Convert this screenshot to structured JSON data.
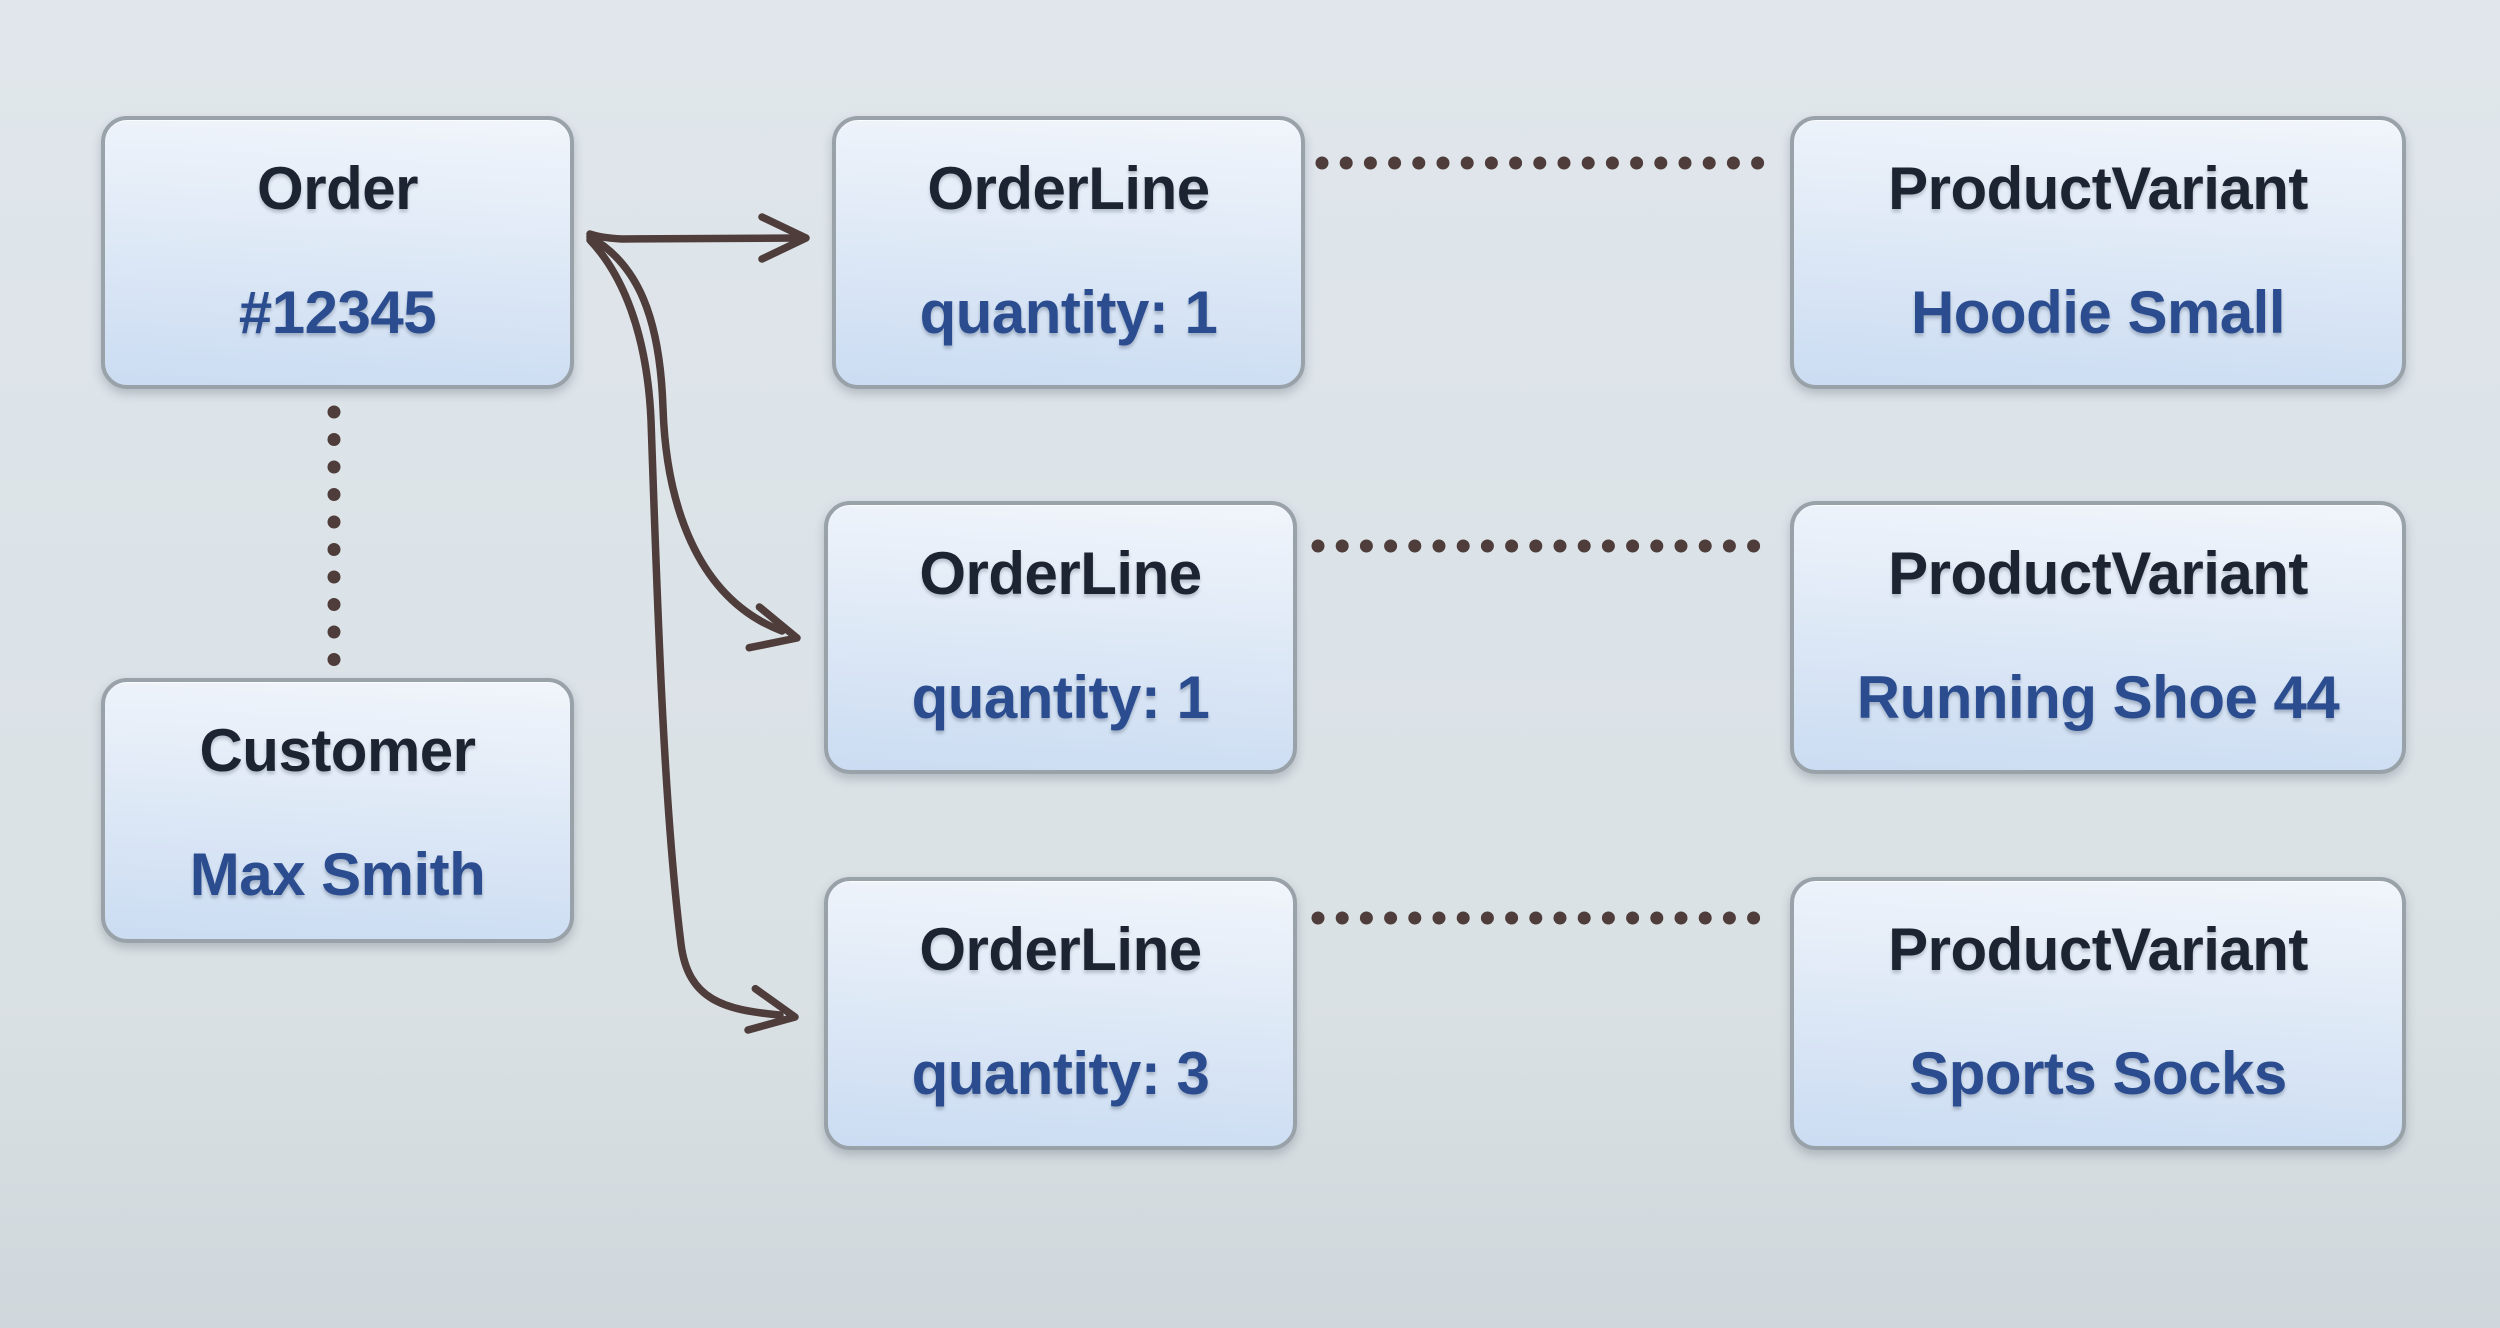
{
  "diagram": {
    "nodes": {
      "order": {
        "type": "Order",
        "label": "#12345"
      },
      "customer": {
        "type": "Customer",
        "label": "Max Smith"
      },
      "order_lines": [
        {
          "type": "OrderLine",
          "label": "quantity: 1"
        },
        {
          "type": "OrderLine",
          "label": "quantity: 1"
        },
        {
          "type": "OrderLine",
          "label": "quantity: 3"
        }
      ],
      "product_variants": [
        {
          "type": "ProductVariant",
          "label": "Hoodie Small"
        },
        {
          "type": "ProductVariant",
          "label": "Running Shoe 44"
        },
        {
          "type": "ProductVariant",
          "label": "Sports Socks"
        }
      ]
    },
    "colors": {
      "page_bg_top": "#e0e6eb",
      "page_bg_mid": "#dce3e8",
      "page_bg_bottom": "#cfd7dc",
      "node_fill_top": "#f1f5fb",
      "node_fill_mid": "#dde8f6",
      "node_fill_bottom": "#cbdcf2",
      "node_border": "#98a2a8",
      "type_text": "#1c2431",
      "label_text": "#2b4d8f",
      "connector": "#4e3d3a"
    }
  }
}
